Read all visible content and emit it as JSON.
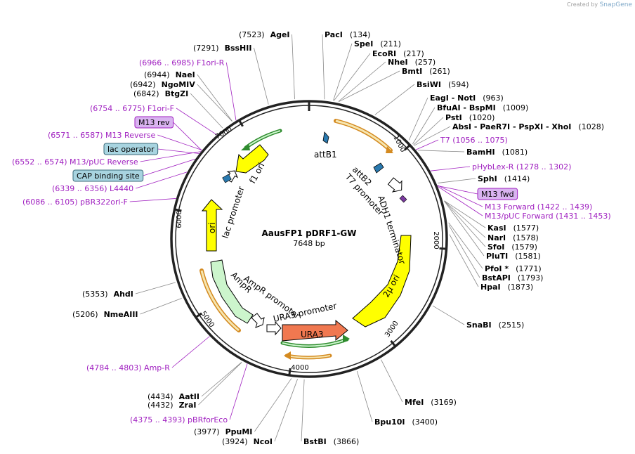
{
  "credit": {
    "prefix": "Created by",
    "brand": "SnapGene"
  },
  "plasmid": {
    "name": "AausFP1 pDRF1-GW",
    "length_text": "7648 bp",
    "length": 7648
  },
  "ticks": [
    "1000",
    "2000",
    "3000",
    "4000",
    "5000",
    "6000",
    "7000"
  ],
  "sites": [
    {
      "num": "(7523)",
      "name": "AgeI",
      "pos": 7523
    },
    {
      "num": "(7291)",
      "name": "BssHII",
      "pos": 7291
    },
    {
      "num": "(6944)",
      "name": "NaeI",
      "pos": 6944
    },
    {
      "num": "(6942)",
      "name": "NgoMIV",
      "pos": 6942
    },
    {
      "num": "(6842)",
      "name": "BtgZI",
      "pos": 6842
    },
    {
      "num": "(134)",
      "name": "PacI",
      "pos": 134
    },
    {
      "num": "(211)",
      "name": "SpeI",
      "pos": 211
    },
    {
      "num": "(217)",
      "name": "EcoRI",
      "pos": 217
    },
    {
      "num": "(257)",
      "name": "NheI",
      "pos": 257
    },
    {
      "num": "(261)",
      "name": "BmtI",
      "pos": 261
    },
    {
      "num": "(594)",
      "name": "BsiWI",
      "pos": 594
    },
    {
      "num": "(963)",
      "name": "EagI  - NotI",
      "pos": 963
    },
    {
      "num": "(1009)",
      "name": "BfuAI  - BspMI",
      "pos": 1009
    },
    {
      "num": "(1020)",
      "name": "PstI",
      "pos": 1020
    },
    {
      "num": "(1028)",
      "name": "AbsI  - PaeR7I  - PspXI  - XhoI",
      "pos": 1028
    },
    {
      "num": "(1081)",
      "name": "BamHI",
      "pos": 1081
    },
    {
      "num": "(1414)",
      "name": "SphI",
      "pos": 1414
    },
    {
      "num": "(1577)",
      "name": "KasI",
      "pos": 1577
    },
    {
      "num": "(1578)",
      "name": "NarI",
      "pos": 1578
    },
    {
      "num": "(1579)",
      "name": "SfoI",
      "pos": 1579
    },
    {
      "num": "(1581)",
      "name": "PluTI",
      "pos": 1581
    },
    {
      "num": "(1771)",
      "name": "PfoI *",
      "pos": 1771
    },
    {
      "num": "(1793)",
      "name": "BstAPI",
      "pos": 1793
    },
    {
      "num": "(1873)",
      "name": "HpaI",
      "pos": 1873
    },
    {
      "num": "(2515)",
      "name": "SnaBI",
      "pos": 2515
    },
    {
      "num": "(3169)",
      "name": "MfeI",
      "pos": 3169
    },
    {
      "num": "(3400)",
      "name": "Bpu10I",
      "pos": 3400
    },
    {
      "num": "(3866)",
      "name": "BstBI",
      "pos": 3866
    },
    {
      "num": "(3924)",
      "name": "NcoI",
      "pos": 3924
    },
    {
      "num": "(3977)",
      "name": "PpuMI",
      "pos": 3977
    },
    {
      "num": "(4432)",
      "name": "ZraI",
      "pos": 4432
    },
    {
      "num": "(4434)",
      "name": "AatII",
      "pos": 4434
    },
    {
      "num": "(5206)",
      "name": "NmeAIII",
      "pos": 5206
    },
    {
      "num": "(5353)",
      "name": "AhdI",
      "pos": 5353
    }
  ],
  "primers": [
    {
      "text": "(6966 .. 6985)  F1ori-R",
      "pos": 6975
    },
    {
      "text": "(6754 .. 6775)  F1ori-F",
      "pos": 6765
    },
    {
      "text": "(6571 .. 6587)  M13 Reverse",
      "pos": 6579
    },
    {
      "text": "(6552 .. 6574)  M13/pUC Reverse",
      "pos": 6563
    },
    {
      "text": "(6339 .. 6356)  L4440",
      "pos": 6347
    },
    {
      "text": "(6086 .. 6105)  pBR322ori-F",
      "pos": 6095
    },
    {
      "text": "T7    (1056 .. 1075)",
      "pos": 1065
    },
    {
      "text": "pHybLex-R    (1278 .. 1302)",
      "pos": 1290
    },
    {
      "text": "M13 Forward    (1422 .. 1439)",
      "pos": 1430
    },
    {
      "text": "M13/pUC Forward    (1431 .. 1453)",
      "pos": 1442
    },
    {
      "text": "(4784 .. 4803)  Amp-R",
      "pos": 4793
    },
    {
      "text": "(4375 .. 4393)  pBRforEco",
      "pos": 4384
    }
  ],
  "boxes": [
    {
      "text": "M13 rev",
      "fill": "#d9b3f0",
      "stroke": "#a020c0",
      "pos": 6575
    },
    {
      "text": "lac operator",
      "fill": "#a8d4e0",
      "stroke": "#3a6a7a",
      "pos": 6540
    },
    {
      "text": "CAP binding site",
      "fill": "#a8d4e0",
      "stroke": "#3a6a7a",
      "pos": 6480
    },
    {
      "text": "M13 fwd",
      "fill": "#d9b3f0",
      "stroke": "#a020c0",
      "pos": 1435
    }
  ],
  "features": [
    {
      "label": "attB1"
    },
    {
      "label": "attB2"
    },
    {
      "label": "T7 promoter"
    },
    {
      "label": "ADH1 terminator"
    },
    {
      "label": "2μ ori"
    },
    {
      "label": "URA3"
    },
    {
      "label": "URA3 promoter"
    },
    {
      "label": "AmpR promoter"
    },
    {
      "label": "AmpR"
    },
    {
      "label": "ori"
    },
    {
      "label": "lac promoter"
    },
    {
      "label": "f1 ori"
    }
  ],
  "colors": {
    "backbone": "#222222",
    "ori": "#ffff00",
    "ampr": "#ccf5cc",
    "ura3": "#f07850",
    "orf_outline": "#d48a20",
    "orf_green": "#2e8b2e",
    "primer": "#a020c0",
    "promoter": "#ffffff",
    "attb": "#2a7ab0"
  }
}
